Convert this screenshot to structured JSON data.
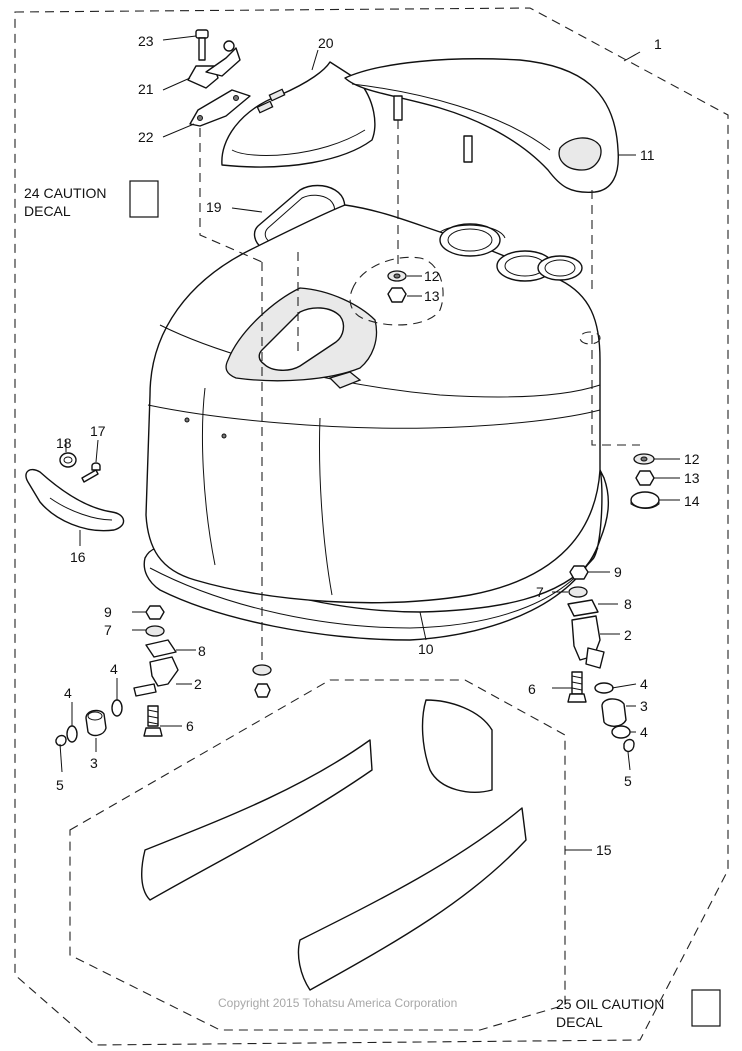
{
  "labels": {
    "p1": "1",
    "p2a": "2",
    "p2b": "2",
    "p3a": "3",
    "p3b": "3",
    "p4a": "4",
    "p4b": "4",
    "p4c": "4",
    "p4d": "4",
    "p5a": "5",
    "p5b": "5",
    "p6a": "6",
    "p6b": "6",
    "p7a": "7",
    "p7b": "7",
    "p8a": "8",
    "p8b": "8",
    "p9a": "9",
    "p9b": "9",
    "p10": "10",
    "p11": "11",
    "p12a": "12",
    "p12b": "12",
    "p13a": "13",
    "p13b": "13",
    "p14": "14",
    "p15": "15",
    "p16": "16",
    "p17": "17",
    "p18": "18",
    "p19": "19",
    "p20": "20",
    "p21": "21",
    "p22": "22",
    "p23": "23"
  },
  "decals": {
    "caution_line1": "24 CAUTION",
    "caution_line2": "DECAL",
    "oil_line1": "25 OIL CAUTION",
    "oil_line2": "DECAL"
  },
  "copyright": "Copyright 2015 Tohatsu America Corporation"
}
